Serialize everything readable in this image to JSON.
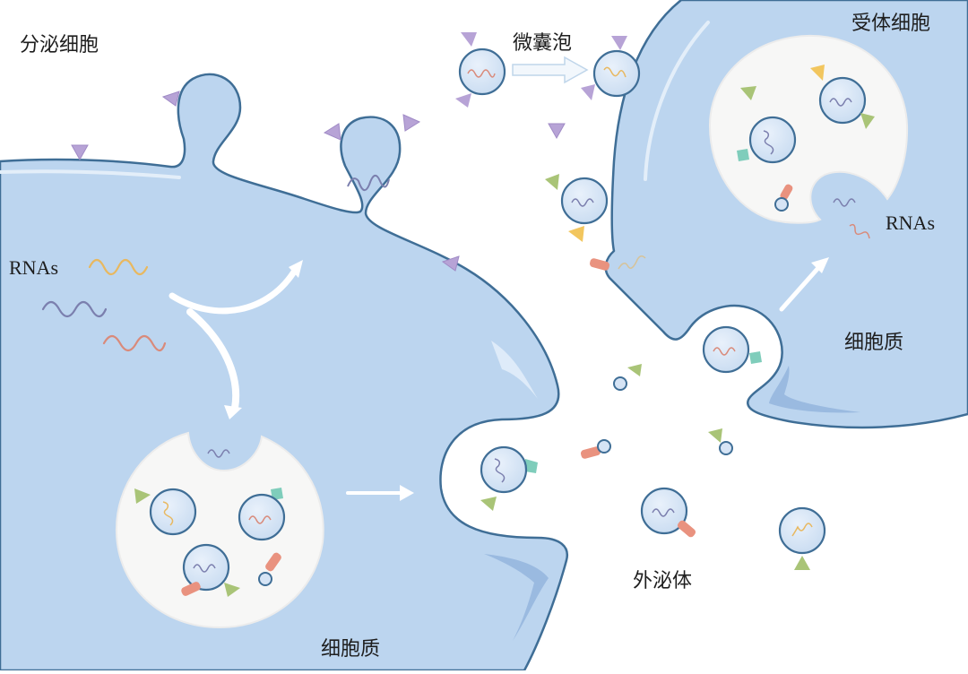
{
  "diagram": {
    "type": "biology-schematic",
    "topic": "exosome / microvesicle RNA transfer between cells",
    "colors": {
      "cell_fill": "#bcd5ef",
      "cell_stroke": "#3f6e96",
      "highlight": "#e6f0fb",
      "vesicle_fill": "#d6e4f5",
      "mvb_fill": "#f7f7f6",
      "ligand_purple": "#b7a3d6",
      "ligand_green": "#a9c477",
      "ligand_yellow": "#f2c65e",
      "ligand_teal": "#7fcdbb",
      "protein_red": "#e9927f",
      "rna_orange": "#e8b860",
      "rna_purple": "#7b7fae",
      "rna_red": "#d98a7a",
      "arrow_white": "#ffffff"
    }
  },
  "labels": {
    "secreting_cell": "分泌细胞",
    "microvesicle": "微囊泡",
    "recipient_cell": "受体细胞",
    "rnas_left": "RNAs",
    "rnas_right": "RNAs",
    "cytoplasm_left": "细胞质",
    "cytoplasm_right": "细胞质",
    "exosome": "外泌体"
  },
  "legend_items": [
    {
      "key": "rna",
      "label": "RNAs"
    },
    {
      "key": "microvesicle",
      "label": "微囊泡"
    },
    {
      "key": "exosome",
      "label": "外泌体"
    }
  ]
}
